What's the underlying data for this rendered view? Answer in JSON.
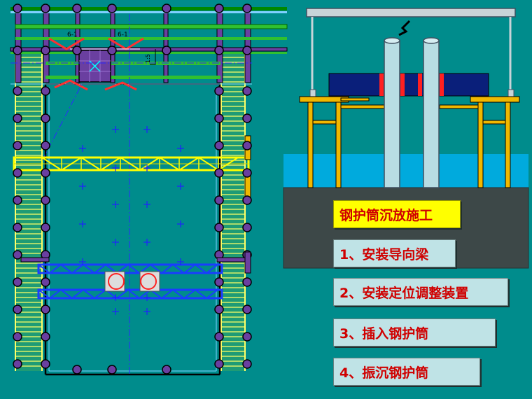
{
  "title": "钢护筒沉放施工",
  "steps": [
    "1、安装导向梁",
    "2、安装定位调整装置",
    "3、插入钢护筒",
    "4、振沉钢护筒"
  ],
  "plan_labels": {
    "section_left": "6-1",
    "section_right": "6-1",
    "elevation_mark": "1:5"
  },
  "colors": {
    "background": "#008c8c",
    "water": "#00aadd",
    "ground": "#3d4848",
    "frame": "#f0b800",
    "casing": "#b8dde3",
    "beam": "#0a1f7a",
    "accent_red": "#ff2020",
    "label_bg": "#bfe3e6",
    "title_bg": "#ffff00",
    "label_text": "#d00000"
  }
}
